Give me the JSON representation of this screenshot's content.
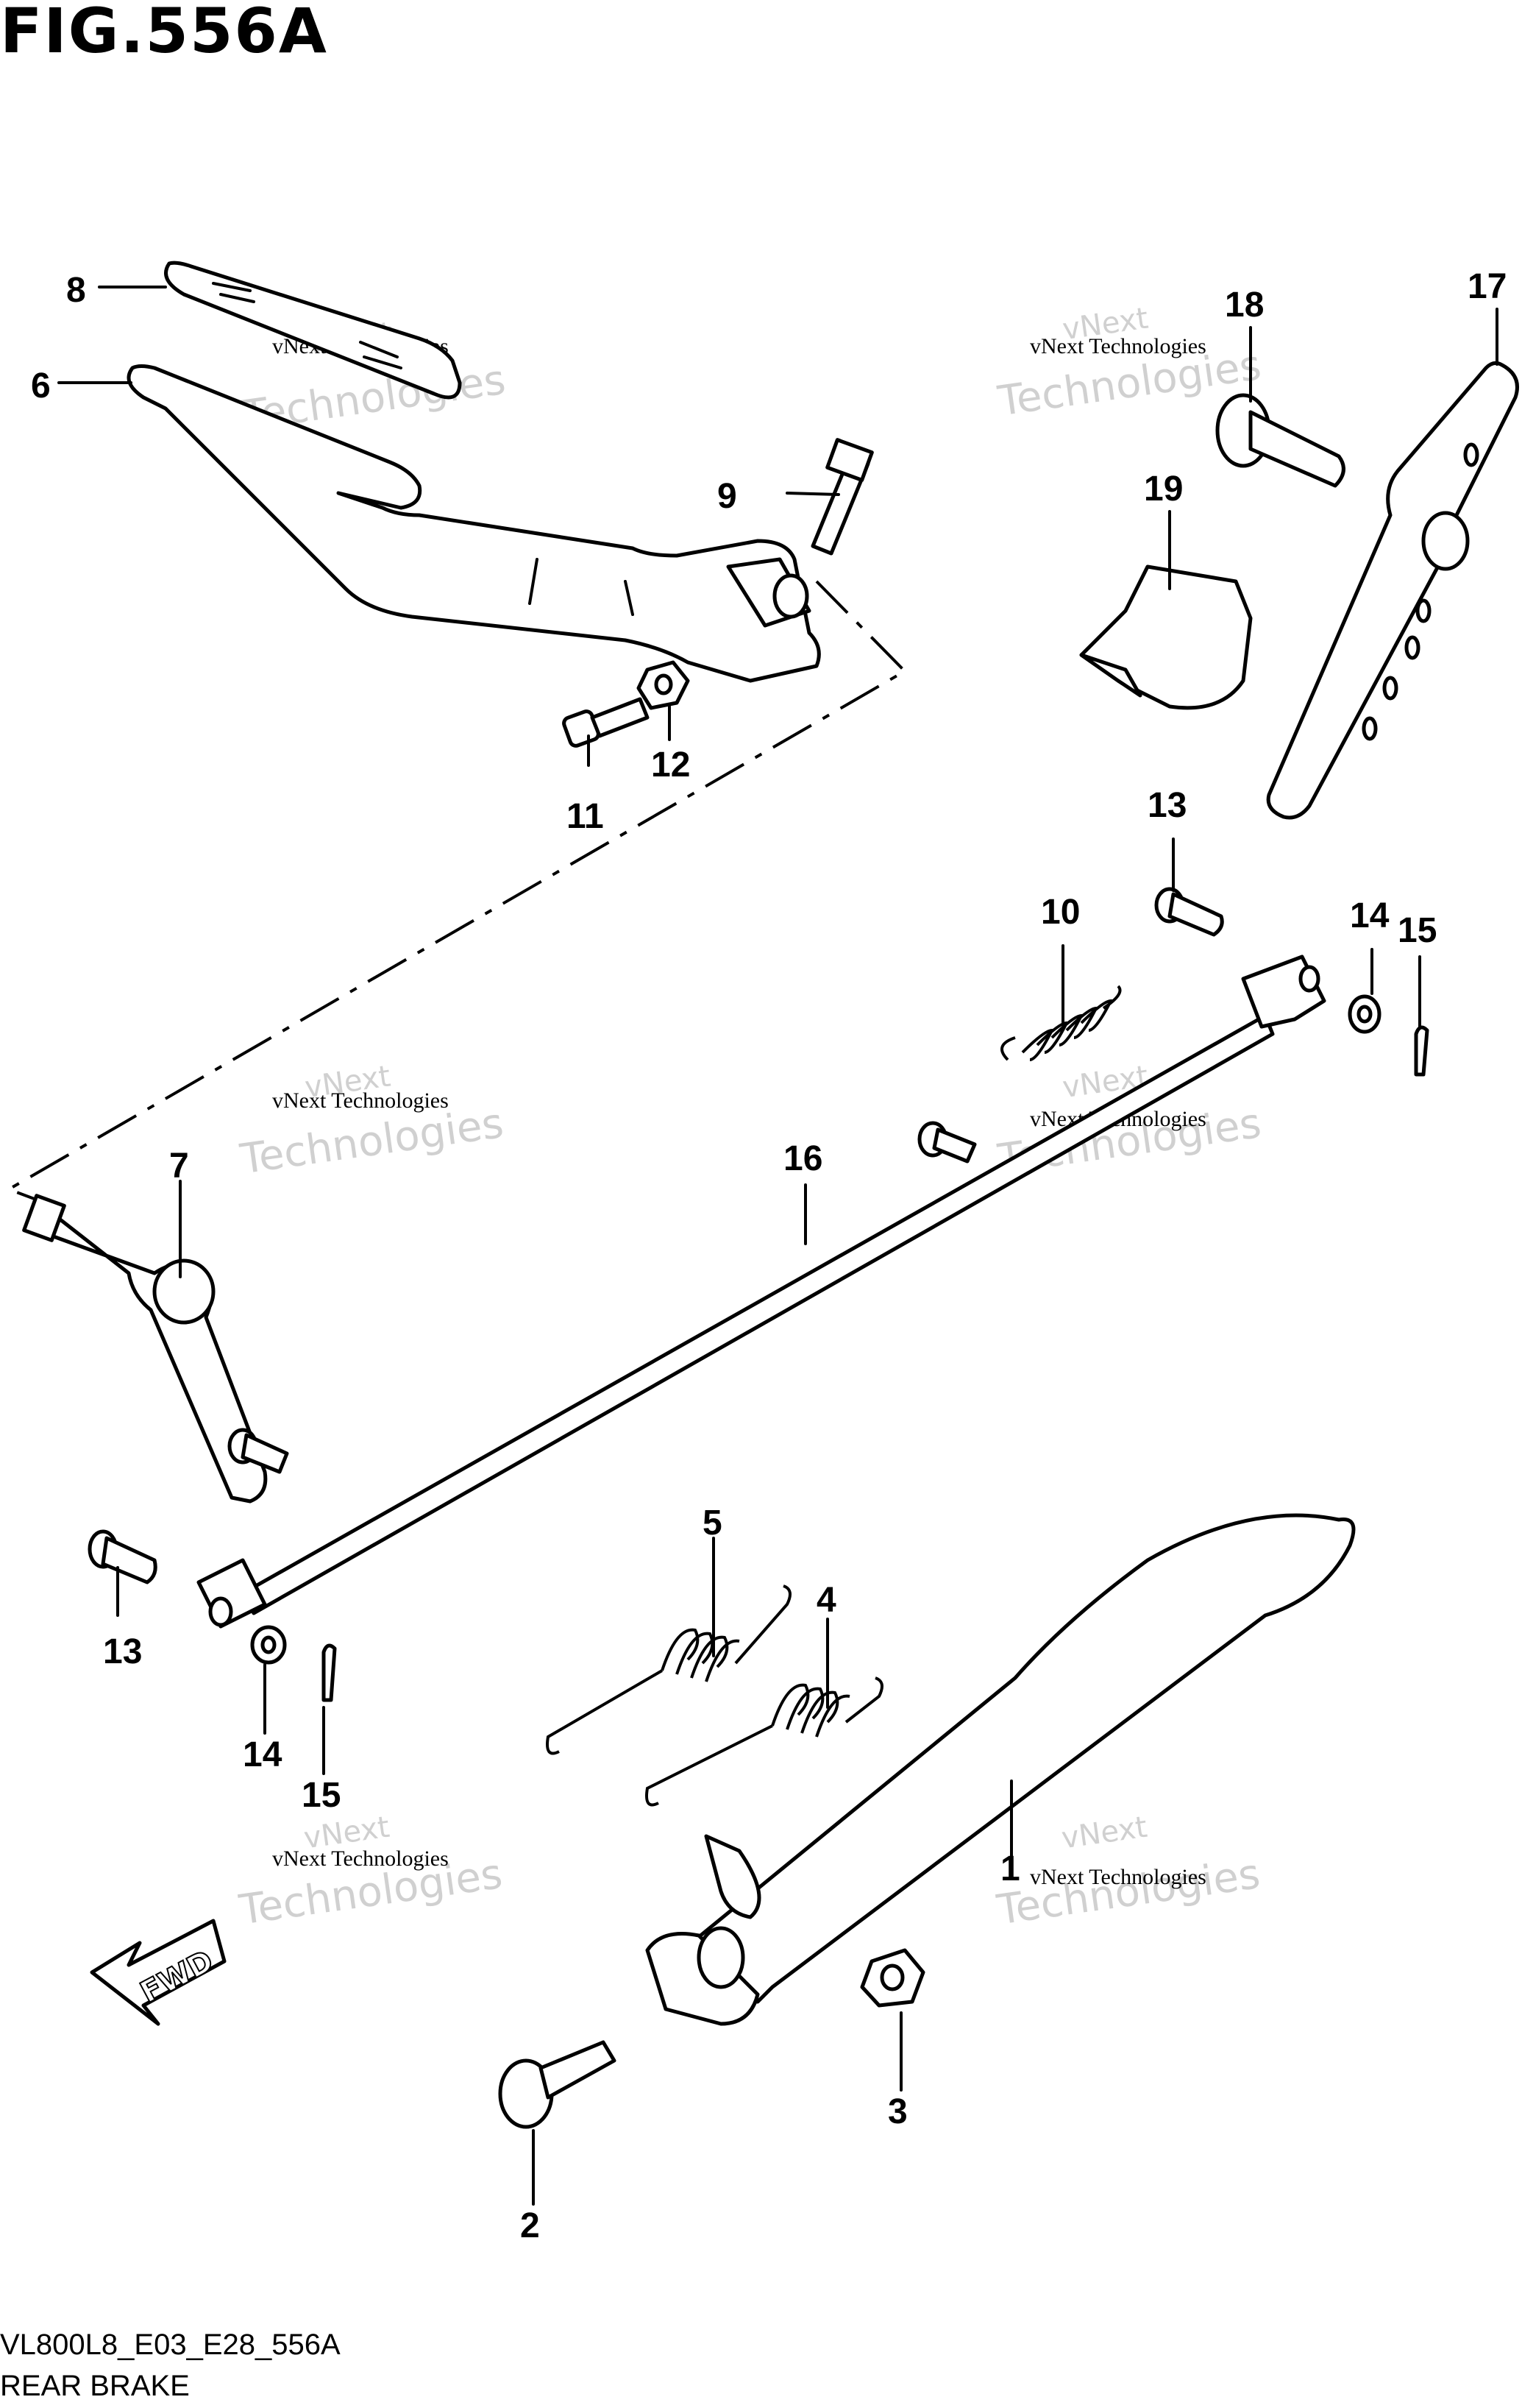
{
  "figure": {
    "title": "FIG.556A",
    "model_code": "VL800L8_E03_E28_556A",
    "section_name": "REAR BRAKE"
  },
  "watermark": {
    "line1": "vNext",
    "line2": "vNext Technologies",
    "line3": "Technologies"
  },
  "fwd_label": "FWD",
  "callouts": [
    {
      "id": "c1",
      "label": "1"
    },
    {
      "id": "c2",
      "label": "2"
    },
    {
      "id": "c3",
      "label": "3"
    },
    {
      "id": "c4",
      "label": "4"
    },
    {
      "id": "c5",
      "label": "5"
    },
    {
      "id": "c6",
      "label": "6"
    },
    {
      "id": "c7",
      "label": "7"
    },
    {
      "id": "c8",
      "label": "8"
    },
    {
      "id": "c9",
      "label": "9"
    },
    {
      "id": "c10",
      "label": "10"
    },
    {
      "id": "c11",
      "label": "11"
    },
    {
      "id": "c12",
      "label": "12"
    },
    {
      "id": "c13a",
      "label": "13"
    },
    {
      "id": "c13b",
      "label": "13"
    },
    {
      "id": "c14a",
      "label": "14"
    },
    {
      "id": "c14b",
      "label": "14"
    },
    {
      "id": "c15a",
      "label": "15"
    },
    {
      "id": "c15b",
      "label": "15"
    },
    {
      "id": "c16",
      "label": "16"
    },
    {
      "id": "c17",
      "label": "17"
    },
    {
      "id": "c18",
      "label": "18"
    },
    {
      "id": "c19",
      "label": "19"
    }
  ]
}
